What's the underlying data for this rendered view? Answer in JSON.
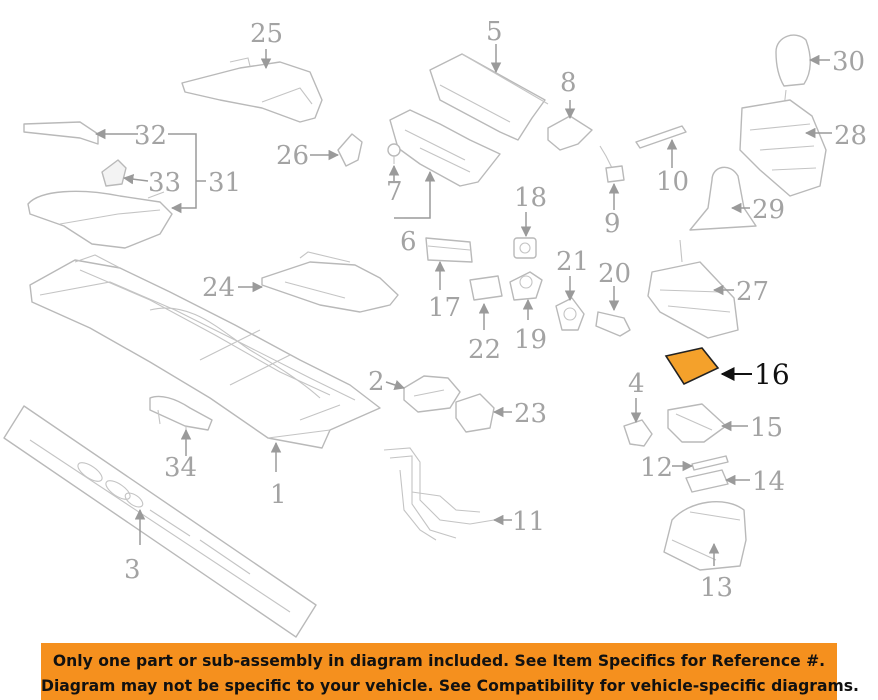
{
  "diagram": {
    "callouts": [
      "1",
      "2",
      "3",
      "4",
      "5",
      "6",
      "7",
      "8",
      "9",
      "10",
      "11",
      "12",
      "13",
      "14",
      "15",
      "16",
      "17",
      "18",
      "19",
      "20",
      "21",
      "22",
      "23",
      "24",
      "25",
      "26",
      "27",
      "28",
      "29",
      "30",
      "31",
      "32",
      "33",
      "34"
    ],
    "highlighted_part": "16",
    "highlight_color": "#f4a12b",
    "line_color": "#b9b9b9"
  },
  "notice": {
    "background": "#f5901e",
    "line1": "Only one part or sub-assembly in diagram included. See Item Specifics for Reference #.",
    "line2": "Diagram may not be specific to your vehicle. See Compatibility for vehicle-specific diagrams."
  }
}
